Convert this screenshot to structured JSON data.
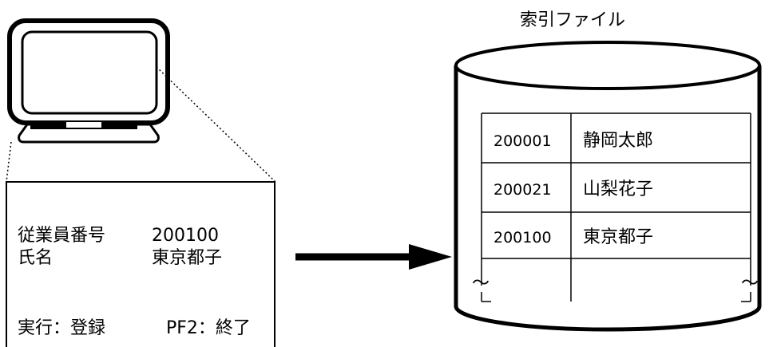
{
  "terminal_screen": {
    "employee_no_label": "従業員番号",
    "employee_no_value": "200100",
    "name_label": "氏名",
    "name_value": "東京都子",
    "execute_label": "実行：登録",
    "pf2_label": "PF2：終了"
  },
  "index_file": {
    "title": "索引ファイル",
    "rows": [
      {
        "id": "200001",
        "name": "静岡太郎"
      },
      {
        "id": "200021",
        "name": "山梨花子"
      },
      {
        "id": "200100",
        "name": "東京都子"
      },
      {
        "id": "",
        "name": ""
      }
    ],
    "tilde": "～"
  }
}
